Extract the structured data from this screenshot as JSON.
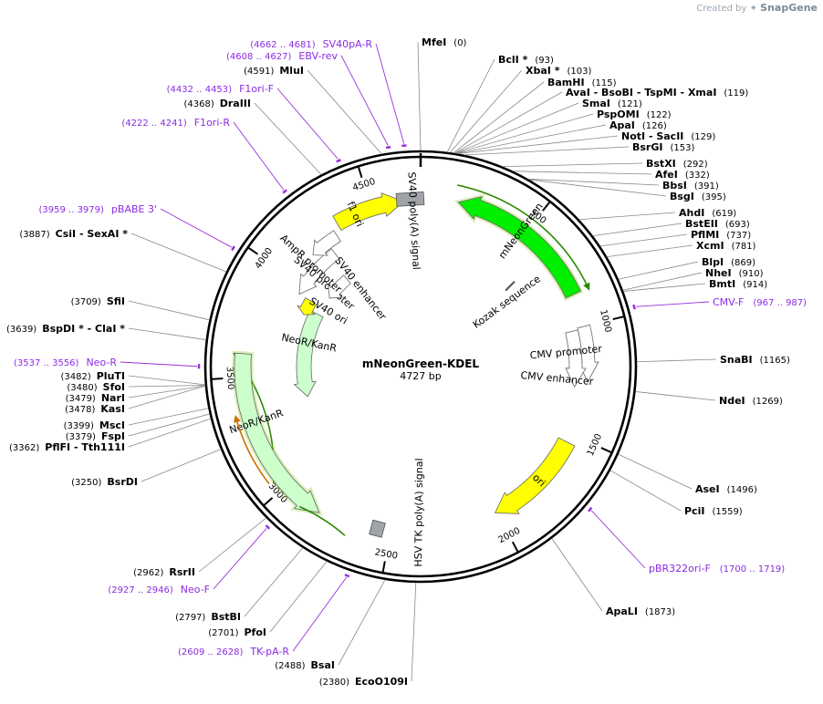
{
  "watermark": {
    "prefix": "Created by",
    "brand": "SnapGene"
  },
  "plasmid": {
    "name": "mNeonGreen-KDEL",
    "size": "4727 bp",
    "length": 4727
  },
  "colors": {
    "backbone": "#000000",
    "primer": "#9b30d9",
    "line": "#888888",
    "green": "#00ee00",
    "yellow": "#ffff00",
    "light_green": "#ccffcc",
    "orange": "#ffd27f",
    "white": "#ffffff",
    "grey": "#a0a4a8"
  },
  "ticks": [
    "500",
    "1000",
    "1500",
    "2000",
    "2500",
    "3000",
    "3500",
    "4000",
    "4500"
  ],
  "sites": [
    {
      "name": "MfeI",
      "pos": "(0)",
      "side": "right"
    },
    {
      "name": "BclI *",
      "pos": "(93)",
      "side": "right"
    },
    {
      "name": "XbaI *",
      "pos": "(103)",
      "side": "right"
    },
    {
      "name": "BamHI",
      "pos": "(115)",
      "side": "right"
    },
    {
      "name": "AvaI  - BsoBI  - TspMI  - XmaI",
      "pos": "(119)",
      "side": "right"
    },
    {
      "name": "SmaI",
      "pos": "(121)",
      "side": "right"
    },
    {
      "name": "PspOMI",
      "pos": "(122)",
      "side": "right"
    },
    {
      "name": "ApaI",
      "pos": "(126)",
      "side": "right"
    },
    {
      "name": "NotI  - SacII",
      "pos": "(129)",
      "side": "right"
    },
    {
      "name": "BsrGI",
      "pos": "(153)",
      "side": "right"
    },
    {
      "name": "BstXI",
      "pos": "(292)",
      "side": "right"
    },
    {
      "name": "AfeI",
      "pos": "(332)",
      "side": "right"
    },
    {
      "name": "BbsI",
      "pos": "(391)",
      "side": "right"
    },
    {
      "name": "BsgI",
      "pos": "(395)",
      "side": "right"
    },
    {
      "name": "AhdI",
      "pos": "(619)",
      "side": "right"
    },
    {
      "name": "BstEII",
      "pos": "(693)",
      "side": "right"
    },
    {
      "name": "PflMI",
      "pos": "(737)",
      "side": "right"
    },
    {
      "name": "XcmI",
      "pos": "(781)",
      "side": "right"
    },
    {
      "name": "BlpI",
      "pos": "(869)",
      "side": "right"
    },
    {
      "name": "NheI",
      "pos": "(910)",
      "side": "right"
    },
    {
      "name": "BmtI",
      "pos": "(914)",
      "side": "right"
    },
    {
      "name": "SnaBI",
      "pos": "(1165)",
      "side": "right"
    },
    {
      "name": "NdeI",
      "pos": "(1269)",
      "side": "right"
    },
    {
      "name": "AseI",
      "pos": "(1496)",
      "side": "right"
    },
    {
      "name": "PciI",
      "pos": "(1559)",
      "side": "right"
    },
    {
      "name": "ApaLI",
      "pos": "(1873)",
      "side": "right"
    },
    {
      "name": "EcoO109I",
      "pos": "(2380)",
      "side": "left"
    },
    {
      "name": "BsaI",
      "pos": "(2488)",
      "side": "left"
    },
    {
      "name": "PfoI",
      "pos": "(2701)",
      "side": "left"
    },
    {
      "name": "BstBI",
      "pos": "(2797)",
      "side": "left"
    },
    {
      "name": "RsrII",
      "pos": "(2962)",
      "side": "left"
    },
    {
      "name": "BsrDI",
      "pos": "(3250)",
      "side": "left"
    },
    {
      "name": "PflFI  - Tth111I",
      "pos": "(3362)",
      "side": "left"
    },
    {
      "name": "FspI",
      "pos": "(3379)",
      "side": "left"
    },
    {
      "name": "MscI",
      "pos": "(3399)",
      "side": "left"
    },
    {
      "name": "KasI",
      "pos": "(3478)",
      "side": "left"
    },
    {
      "name": "NarI",
      "pos": "(3479)",
      "side": "left"
    },
    {
      "name": "SfoI",
      "pos": "(3480)",
      "side": "left"
    },
    {
      "name": "PluTI",
      "pos": "(3482)",
      "side": "left"
    },
    {
      "name": "BspDI *  - ClaI *",
      "pos": "(3639)",
      "side": "left"
    },
    {
      "name": "SfiI",
      "pos": "(3709)",
      "side": "left"
    },
    {
      "name": "CsiI  - SexAI *",
      "pos": "(3887)",
      "side": "left"
    },
    {
      "name": "DraIII",
      "pos": "(4368)",
      "side": "left"
    },
    {
      "name": "MluI",
      "pos": "(4591)",
      "side": "left"
    }
  ],
  "primers": [
    {
      "name": "SV40pA-R",
      "range": "(4662 .. 4681)",
      "side": "left"
    },
    {
      "name": "EBV-rev",
      "range": "(4608 .. 4627)",
      "side": "left"
    },
    {
      "name": "F1ori-F",
      "range": "(4432 .. 4453)",
      "side": "left"
    },
    {
      "name": "F1ori-R",
      "range": "(4222 .. 4241)",
      "side": "left"
    },
    {
      "name": "pBABE 3'",
      "range": "(3959 .. 3979)",
      "side": "left"
    },
    {
      "name": "Neo-R",
      "range": "(3537 .. 3556)",
      "side": "left"
    },
    {
      "name": "Neo-F",
      "range": "(2927 .. 2946)",
      "side": "left"
    },
    {
      "name": "TK-pA-R",
      "range": "(2609 .. 2628)",
      "side": "left"
    },
    {
      "name": "CMV-F",
      "range": "(967 .. 987)",
      "side": "right"
    },
    {
      "name": "pBR322ori-F",
      "range": "(1700 .. 1719)",
      "side": "right"
    }
  ],
  "features": [
    {
      "name": "mNeonGreen",
      "color": "#00ee00"
    },
    {
      "name": "CMV promoter",
      "color": "#ffffff"
    },
    {
      "name": "CMV enhancer",
      "color": "#ffffff"
    },
    {
      "name": "ori",
      "color": "#ffff00"
    },
    {
      "name": "HSV TK poly(A) signal",
      "color": "#a0a4a8"
    },
    {
      "name": "NeoR/KanR",
      "color": "#ccffcc"
    },
    {
      "name": "NeoR/KanR",
      "color": "#ccffcc"
    },
    {
      "name": "SV40 ori",
      "color": "#ffff00"
    },
    {
      "name": "SV40 promoter",
      "color": "#ffffff"
    },
    {
      "name": "SV40 enhancer",
      "color": "#ffffff"
    },
    {
      "name": "AmpR promoter",
      "color": "#ffffff"
    },
    {
      "name": "f1 ori",
      "color": "#ffff00"
    },
    {
      "name": "SV40 poly(A) signal",
      "color": "#a0a4a8"
    },
    {
      "name": "Kozak sequence",
      "color": "#ffffff"
    }
  ]
}
